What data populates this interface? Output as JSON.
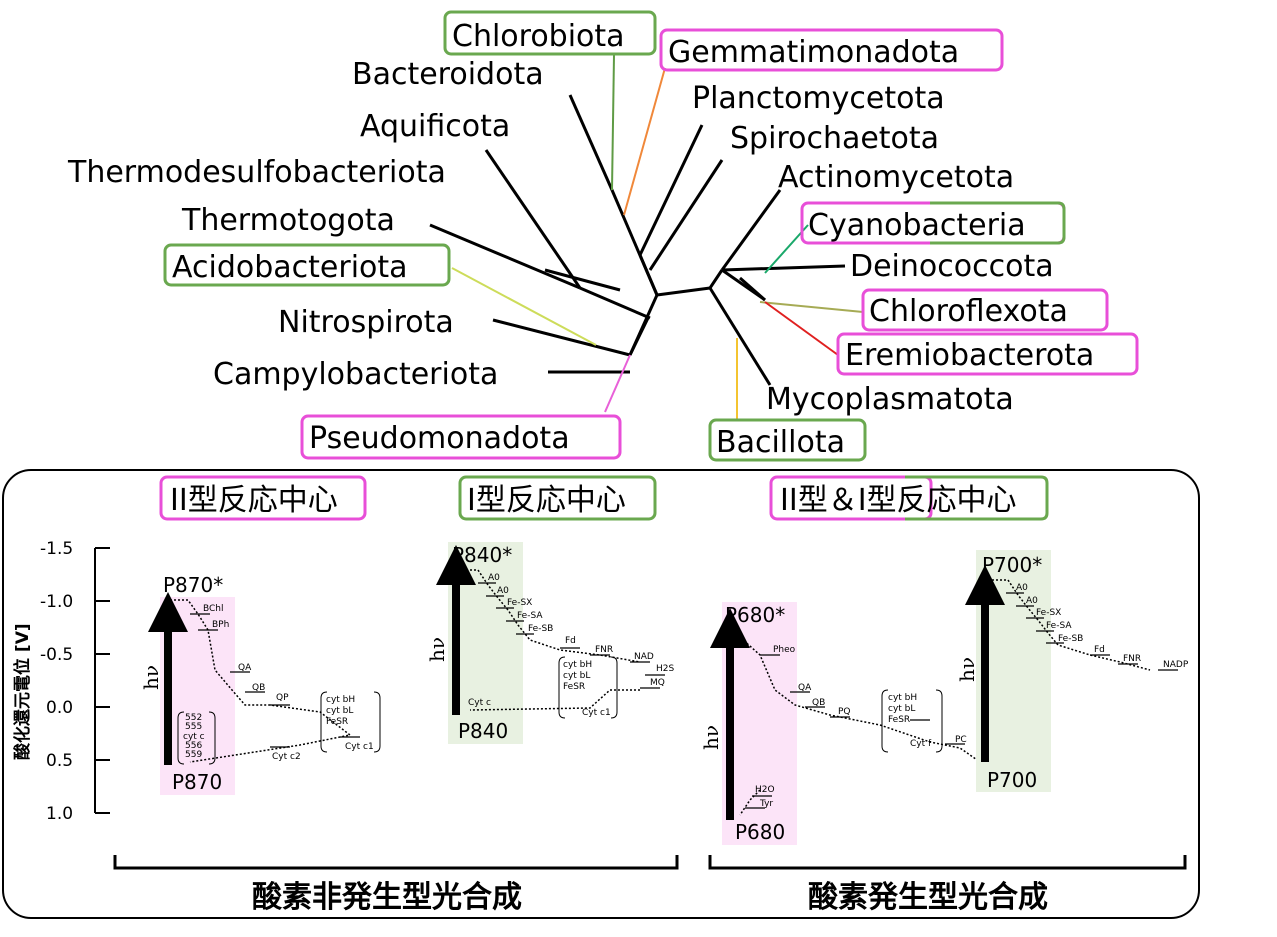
{
  "colors": {
    "green_box": "#6aa84f",
    "pink_box": "#e84fd8",
    "type2_bg": "#fce4f8",
    "type1_bg": "#e8f1e1",
    "branch_chlorobiota": "#5f9b45",
    "branch_gemmatimonadota": "#f0883a",
    "branch_acidobacteriota": "#cddc5a",
    "branch_pseudomonadota": "#e860d8",
    "branch_cyanobacteria": "#1aa86a",
    "branch_chloroflexota": "#a6ab55",
    "branch_eremiobacterota": "#e02020",
    "branch_bacillota": "#f4c430"
  },
  "tree": {
    "phyla": {
      "chlorobiota": "Chlorobiota",
      "gemmatimonadota": "Gemmatimonadota",
      "bacteroidota": "Bacteroidota",
      "planctomycetota": "Planctomycetota",
      "aquificota": "Aquificota",
      "spirochaetota": "Spirochaetota",
      "thermodesulfobacteriota": "Thermodesulfobacteriota",
      "actinomycetota": "Actinomycetota",
      "thermotogota": "Thermotogota",
      "cyanobacteria": "Cyanobacteria",
      "acidobacteriota": "Acidobacteriota",
      "deinococcota": "Deinococcota",
      "nitrospirota": "Nitrospirota",
      "chloroflexota": "Chloroflexota",
      "eremiobacterota": "Eremiobacterota",
      "campylobacteriota": "Campylobacteriota",
      "mycoplasmatota": "Mycoplasmatota",
      "pseudomonadota": "Pseudomonadota",
      "bacillota": "Bacillota"
    }
  },
  "panel": {
    "rc_type2": "II型反応中心",
    "rc_type1": "I型反応中心",
    "rc_both": "II型＆I型反応中心",
    "anoxygenic": "酸素非発生型光合成",
    "oxygenic": "酸素発生型光合成",
    "axis_title": "酸化還元電位 [V]",
    "ticks": [
      "-1.5",
      "-1.0",
      "-0.5",
      "0.0",
      "0.5",
      "1.0"
    ],
    "hv": "hν",
    "type2": {
      "p_top": "P870*",
      "p_bottom": "P870",
      "bchl": "BChl",
      "bph": "BPh",
      "qa": "QA",
      "qb": "QB",
      "qp": "QP",
      "cytbh": "cyt bH",
      "cytbl": "cyt bL",
      "fesr": "FeSR",
      "cytc1": "Cyt c1",
      "cytc2": "Cyt c2",
      "c552": "552",
      "c555": "555",
      "cytc": "cyt c",
      "c556": "556",
      "c559": "559"
    },
    "type1": {
      "p_top": "P840*",
      "p_bottom": "P840",
      "a0": "A0",
      "a1": "A0",
      "fesx": "Fe-SX",
      "fesa": "Fe-SA",
      "fesb": "Fe-SB",
      "fd": "Fd",
      "fnr": "FNR",
      "nad": "NAD",
      "h2s": "H2S",
      "mq": "MQ",
      "cytbh": "cyt bH",
      "cytbl": "cyt bL",
      "fesr": "FeSR",
      "cytc": "Cyt c",
      "cytc1": "Cyt c1"
    },
    "ps2": {
      "p_top": "P680*",
      "p_bottom": "P680",
      "pheo": "Pheo",
      "qa": "QA",
      "qb": "QB",
      "pq": "PQ",
      "cytbh": "cyt bH",
      "cytbl": "cyt bL",
      "fesr": "FeSR",
      "cytf": "Cyt f",
      "pc": "PC",
      "h2o": "H2O",
      "tyr": "Tyr"
    },
    "ps1": {
      "p_top": "P700*",
      "p_bottom": "P700",
      "a0": "A0",
      "a1": "A0",
      "fesx": "Fe-SX",
      "fesa": "Fe-SA",
      "fesb": "Fe-SB",
      "fd": "Fd",
      "fnr": "FNR",
      "nadp": "NADP"
    }
  }
}
